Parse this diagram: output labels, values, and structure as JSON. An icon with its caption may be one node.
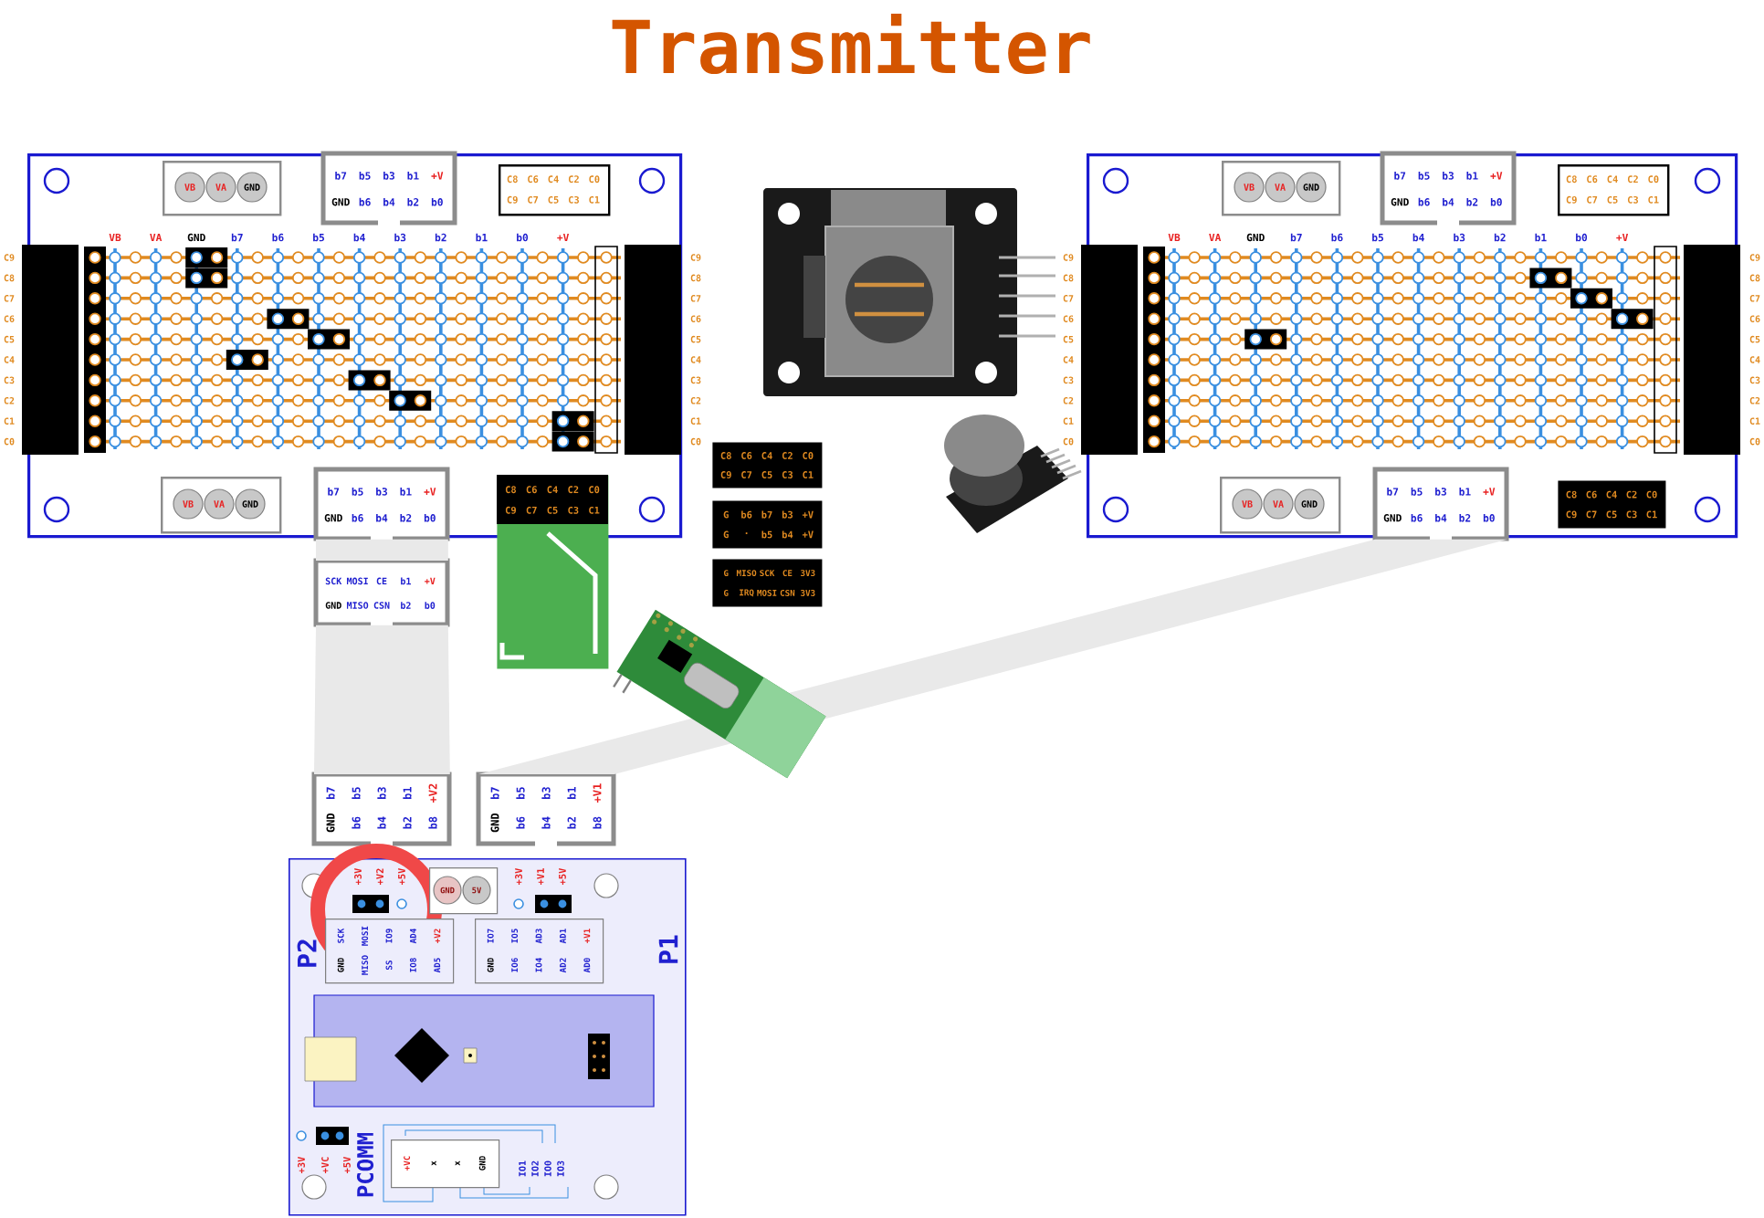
{
  "diagram": {
    "title": "Transmitter",
    "nodes": [
      {
        "text": [],
        "shape": "box"
      },
      {
        "text": [
          "VB",
          "VA",
          "GND"
        ],
        "in": 0
      },
      {
        "text": [
          "b7",
          "b5",
          "b3",
          "b1",
          "+V",
          "GND",
          "b6",
          "b4",
          "b2",
          "b0"
        ],
        "in": 0
      },
      {
        "text": [
          "C8",
          "C6",
          "C4",
          "C2",
          "C0",
          "C9",
          "C7",
          "C5",
          "C3",
          "C1"
        ],
        "in": 0
      },
      {
        "text": [
          "VB",
          "VA",
          "GND"
        ],
        "in": 0
      },
      {
        "text": [
          "b7",
          "b5",
          "b3",
          "b1",
          "+V",
          "GND",
          "b6",
          "b4",
          "b2",
          "b0"
        ],
        "in": 0
      },
      {
        "text": [],
        "shape": "box"
      },
      {
        "text": [
          "VB",
          "VA",
          "GND"
        ],
        "in": 6
      },
      {
        "text": [
          "b7",
          "b5",
          "b3",
          "b1",
          "+V",
          "GND",
          "b6",
          "b4",
          "b2",
          "b0"
        ],
        "in": 6
      },
      {
        "text": [
          "C8",
          "C6",
          "C4",
          "C2",
          "C0",
          "C9",
          "C7",
          "C5",
          "C3",
          "C1"
        ],
        "in": 6
      },
      {
        "text": [
          "VB",
          "VA",
          "GND"
        ],
        "in": 6
      },
      {
        "text": [
          "b7",
          "b5",
          "b3",
          "b1",
          "+V",
          "GND",
          "b6",
          "b4",
          "b2",
          "b0"
        ],
        "in": 6
      },
      {
        "text": [
          "C8",
          "C6",
          "C4",
          "C2",
          "C0",
          "C9",
          "C7",
          "C5",
          "C3",
          "C1"
        ],
        "in": 6
      },
      {
        "text": [
          "C8",
          "C6",
          "C4",
          "C2",
          "C0",
          "C9",
          "C7",
          "C5",
          "C3",
          "C1"
        ]
      },
      {
        "text": [
          "C8",
          "C6",
          "C4",
          "C2",
          "C0",
          "C9",
          "C7",
          "C5",
          "C3",
          "C1"
        ]
      },
      {
        "text": [
          "G",
          "b6",
          "b7",
          "b3",
          "+V",
          "G",
          "·",
          "b5",
          "b4",
          "+V"
        ]
      },
      {
        "text": [
          "G",
          "MISO",
          "SCK",
          "CE",
          "3V3",
          "G",
          "IRQ",
          "MOSI",
          "CSN",
          "3V3"
        ]
      },
      {
        "text": [
          "SCK",
          "MOSI",
          "CE",
          "b1",
          "+V",
          "GND",
          "MISO",
          "CSN",
          "b2",
          "b0"
        ]
      },
      {
        "text": [
          "b7",
          "b5",
          "b3",
          "b1",
          "+V2",
          "GND",
          "b6",
          "b4",
          "b2",
          "b8"
        ]
      },
      {
        "text": [
          "b7",
          "b5",
          "b3",
          "b1",
          "+V1",
          "GND",
          "b6",
          "b4",
          "b2",
          "b8"
        ]
      },
      {
        "text": [
          "P2",
          "P1",
          "PCOMM"
        ]
      },
      {
        "text": [
          "SCK",
          "MOSI",
          "IO9",
          "AD4",
          "+V2",
          "GND",
          "MISO",
          "SS",
          "IO8",
          "AD5"
        ],
        "in": 20
      },
      {
        "text": [
          "IO7",
          "IO5",
          "AD3",
          "AD1",
          "+V1",
          "GND",
          "IO6",
          "IO4",
          "AD2",
          "AD0"
        ],
        "in": 20
      },
      {
        "text": [
          "GND",
          "5V"
        ],
        "in": 20
      },
      {
        "text": [
          "+VC",
          "x",
          "x",
          "GND"
        ],
        "in": 20
      }
    ],
    "edges": [
      {
        "from": 5,
        "to": 17,
        "arrow": "none"
      },
      {
        "from": 17,
        "to": 18,
        "arrow": "none"
      },
      {
        "from": 11,
        "to": 19,
        "arrow": "none"
      }
    ],
    "labels": [
      "VB",
      "VA",
      "GND",
      "b7",
      "b6",
      "b5",
      "b4",
      "b3",
      "b2",
      "b1",
      "b0",
      "+V",
      "C9",
      "C8",
      "C7",
      "C6",
      "C5",
      "C4",
      "C3",
      "C2",
      "C1",
      "C0",
      "C9",
      "C8",
      "C7",
      "C6",
      "C5",
      "C4",
      "C3",
      "C2",
      "C1",
      "C0",
      "VB",
      "VA",
      "GND",
      "b7",
      "b6",
      "b5",
      "b4",
      "b3",
      "b2",
      "b1",
      "b0",
      "+V",
      "C9",
      "C8",
      "C7",
      "C6",
      "C5",
      "C4",
      "C3",
      "C2",
      "C1",
      "C0",
      "C9",
      "C8",
      "C7",
      "C6",
      "C5",
      "C4",
      "C3",
      "C2",
      "C1",
      "C0",
      "+3V",
      "+V2",
      "+5V",
      "+3V",
      "+V1",
      "+5V",
      "+3V",
      "+VC",
      "+5V",
      "IO1",
      "IO2",
      "IO0",
      "IO3"
    ]
  }
}
